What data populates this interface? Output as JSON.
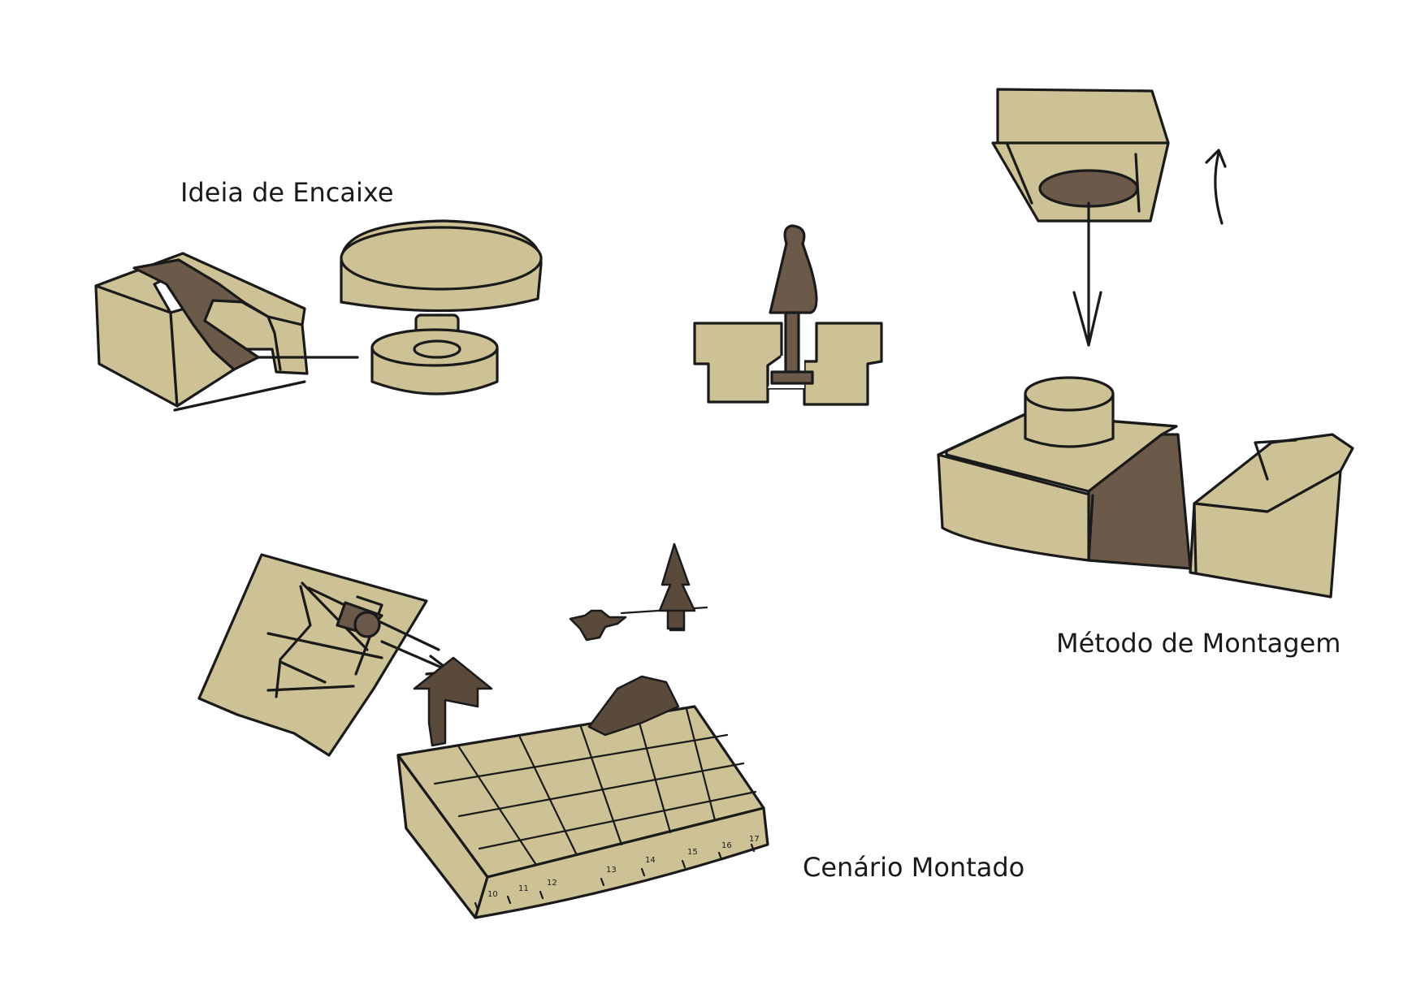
{
  "labels": {
    "encaixe": "Ideia de Encaixe",
    "montagem": "Método de Montagem",
    "cenario": "Cenário Montado"
  },
  "colors": {
    "paper": "#ffffff",
    "sand": "#cdc295",
    "shadow": "#6b5a4a",
    "ink": "#1a1a1a"
  },
  "board_ruler": [
    "10",
    "11",
    "12",
    "13",
    "14",
    "15",
    "16",
    "17"
  ]
}
